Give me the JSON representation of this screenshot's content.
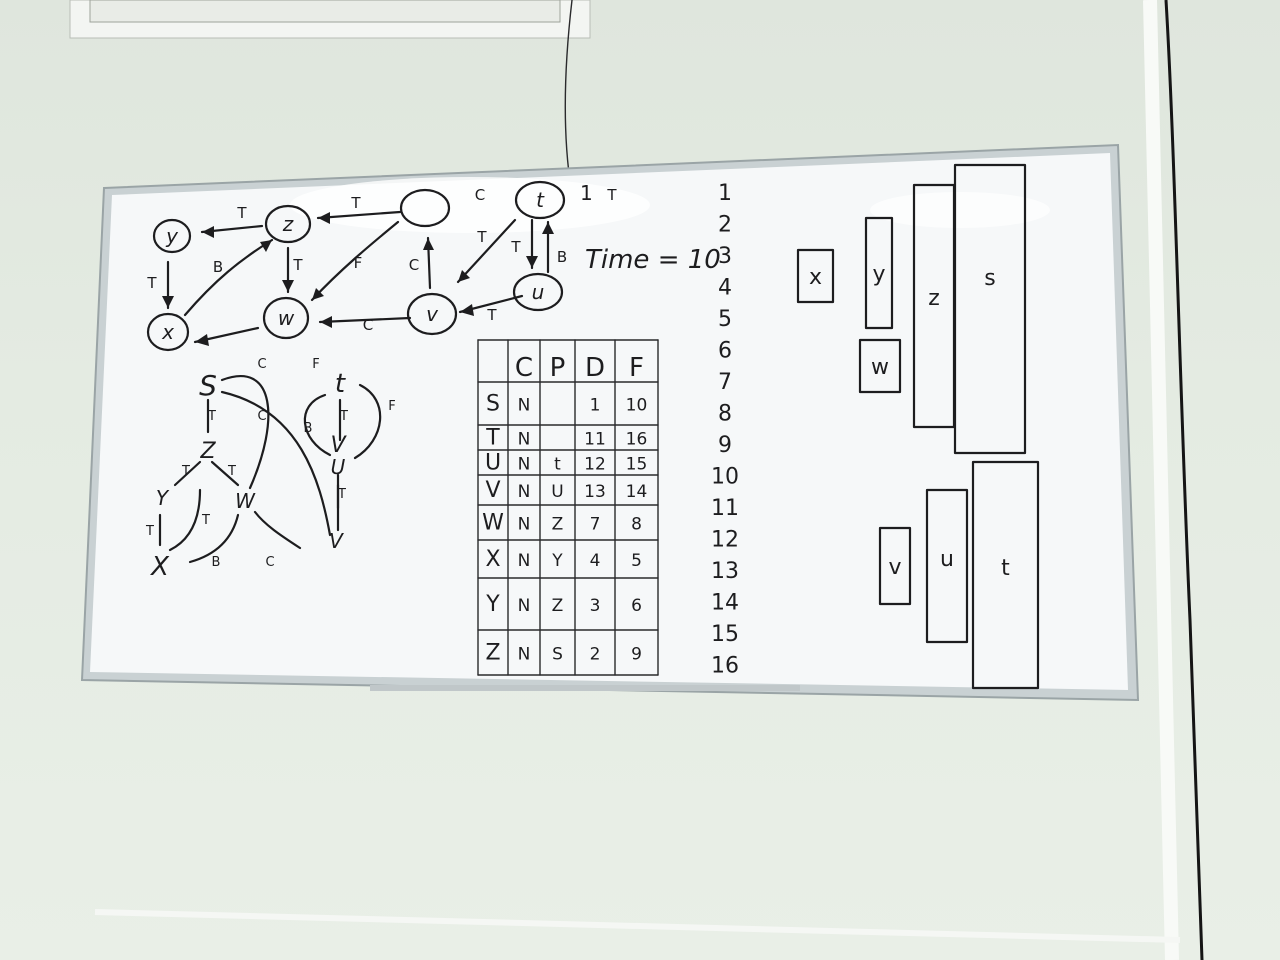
{
  "graph": {
    "nodes": [
      {
        "id": "y",
        "label": "y"
      },
      {
        "id": "z",
        "label": "z"
      },
      {
        "id": "s",
        "label": ""
      },
      {
        "id": "t",
        "label": "t"
      },
      {
        "id": "x",
        "label": "x"
      },
      {
        "id": "w",
        "label": "w"
      },
      {
        "id": "v",
        "label": "v"
      },
      {
        "id": "u",
        "label": "u"
      }
    ],
    "edge_labels": [
      "T",
      "T",
      "T",
      "B",
      "T",
      "F",
      "C",
      "T",
      "T",
      "B",
      "T",
      "C",
      "C",
      "T"
    ],
    "t_marker": "1",
    "time_label": "Time = 10"
  },
  "forest": {
    "labels": [
      "S",
      "Z",
      "Y",
      "W",
      "X",
      "t",
      "V",
      "U",
      "V"
    ],
    "edge_labels": [
      "T",
      "T",
      "T",
      "T",
      "T",
      "B",
      "C",
      "C",
      "C",
      "F",
      "T",
      "T",
      "B",
      "F"
    ]
  },
  "table": {
    "headers": [
      "",
      "C",
      "P",
      "D",
      "F"
    ],
    "rows": [
      [
        "S",
        "N",
        "",
        "1",
        "10"
      ],
      [
        "T",
        "N",
        "",
        "11",
        "16"
      ],
      [
        "U",
        "N",
        "t",
        "12",
        "15"
      ],
      [
        "V",
        "N",
        "U",
        "13",
        "14"
      ],
      [
        "W",
        "N",
        "Z",
        "7",
        "8"
      ],
      [
        "X",
        "N",
        "Y",
        "4",
        "5"
      ],
      [
        "Y",
        "N",
        "Z",
        "3",
        "6"
      ],
      [
        "Z",
        "N",
        "S",
        "2",
        "9"
      ]
    ]
  },
  "timeline": [
    "1",
    "2",
    "3",
    "4",
    "5",
    "6",
    "7",
    "8",
    "9",
    "10",
    "11",
    "12",
    "13",
    "14",
    "15",
    "16"
  ],
  "intervals": [
    "x",
    "y",
    "w",
    "z",
    "s",
    "v",
    "u",
    "t"
  ]
}
